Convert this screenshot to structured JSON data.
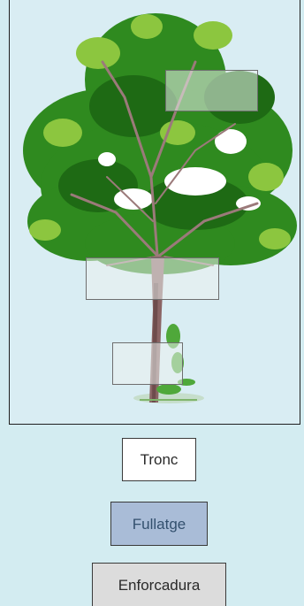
{
  "labels": {
    "tronc": "Tronc",
    "fullatge": "Fullatge",
    "enforcadura": "Enforcadura"
  },
  "colors": {
    "tronc_bg": "#ffffff",
    "fullatge_bg": "#a9bcd7",
    "enforcadura_bg": "#dcdcdc",
    "fullatge_text": "#33506e",
    "background": "#d3ecf1"
  }
}
